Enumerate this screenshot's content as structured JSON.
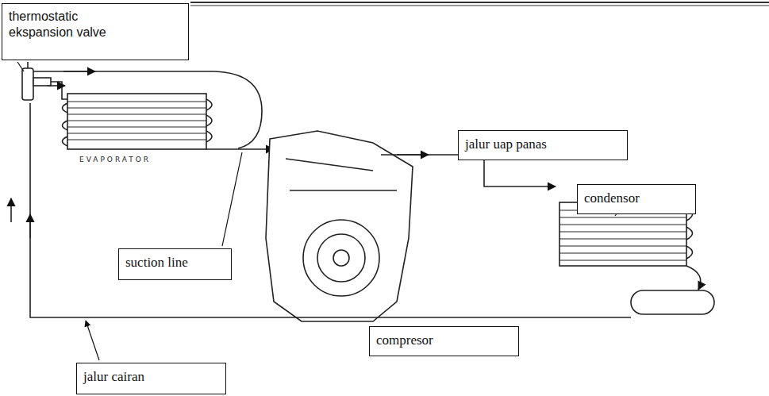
{
  "diagram": {
    "nodes": [
      {
        "text": [
          "thermostatic ekspansion valve"
        ]
      },
      {
        "text": [
          "jalur uap panas"
        ]
      },
      {
        "text": [
          "condensor"
        ]
      },
      {
        "text": [
          "suction line"
        ]
      },
      {
        "text": [
          "compresor"
        ]
      },
      {
        "text": [
          "jalur cairan"
        ]
      }
    ],
    "labels": [
      "EVAPORATOR"
    ]
  }
}
